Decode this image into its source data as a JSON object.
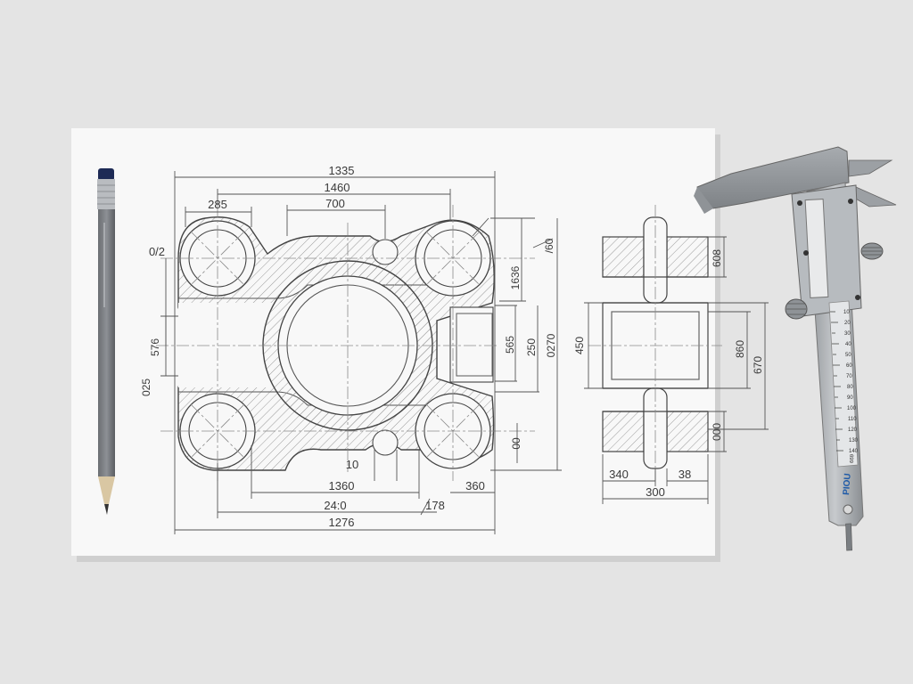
{
  "drawing": {
    "dimensions": {
      "top_overall": "1335",
      "top_second": "1460",
      "top_left_span": "285",
      "top_mid_span": "700",
      "left_upper": "0/2",
      "left_mid": "576",
      "left_lower": "025",
      "right_diag": "/60",
      "right_upper": "1636",
      "right_mid_a": "565",
      "right_mid_b": "250",
      "right_mid_c": "0270",
      "right_lower": "00",
      "bottom_small": "10",
      "bottom_a": "1360",
      "bottom_right_short": "360",
      "bottom_b": "24:0",
      "bottom_diag": "178",
      "bottom_overall": "1276"
    },
    "side_view": {
      "top_right": "608",
      "left_height": "450",
      "right_a": "860",
      "right_b": "670",
      "bottom_right": "000",
      "bottom_left": "340",
      "bottom_mid": "38",
      "bottom_overall": "300"
    }
  },
  "caliper": {
    "brand": "PIOU",
    "scale_numbers": [
      "10",
      "20",
      "30",
      "40",
      "50",
      "60",
      "70",
      "80",
      "90",
      "100",
      "110",
      "120",
      "130",
      "140"
    ],
    "label_small": "669"
  }
}
